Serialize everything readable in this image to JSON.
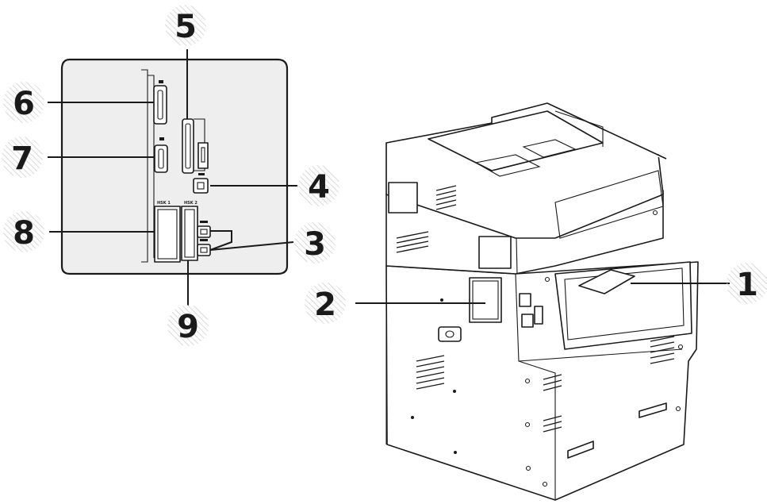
{
  "callouts": [
    {
      "id": "1",
      "label": "1"
    },
    {
      "id": "2",
      "label": "2"
    },
    {
      "id": "3",
      "label": "3"
    },
    {
      "id": "4",
      "label": "4"
    },
    {
      "id": "5",
      "label": "5"
    },
    {
      "id": "6",
      "label": "6"
    },
    {
      "id": "7",
      "label": "7"
    },
    {
      "id": "8",
      "label": "8"
    },
    {
      "id": "9",
      "label": "9"
    }
  ],
  "panel_labels": {
    "hsk1": "HSK 1",
    "hsk2": "HSK 2"
  },
  "colors": {
    "panel_fill": "#eeeeee",
    "hatch": "#d0d0d0",
    "line": "#1a1a1a"
  }
}
